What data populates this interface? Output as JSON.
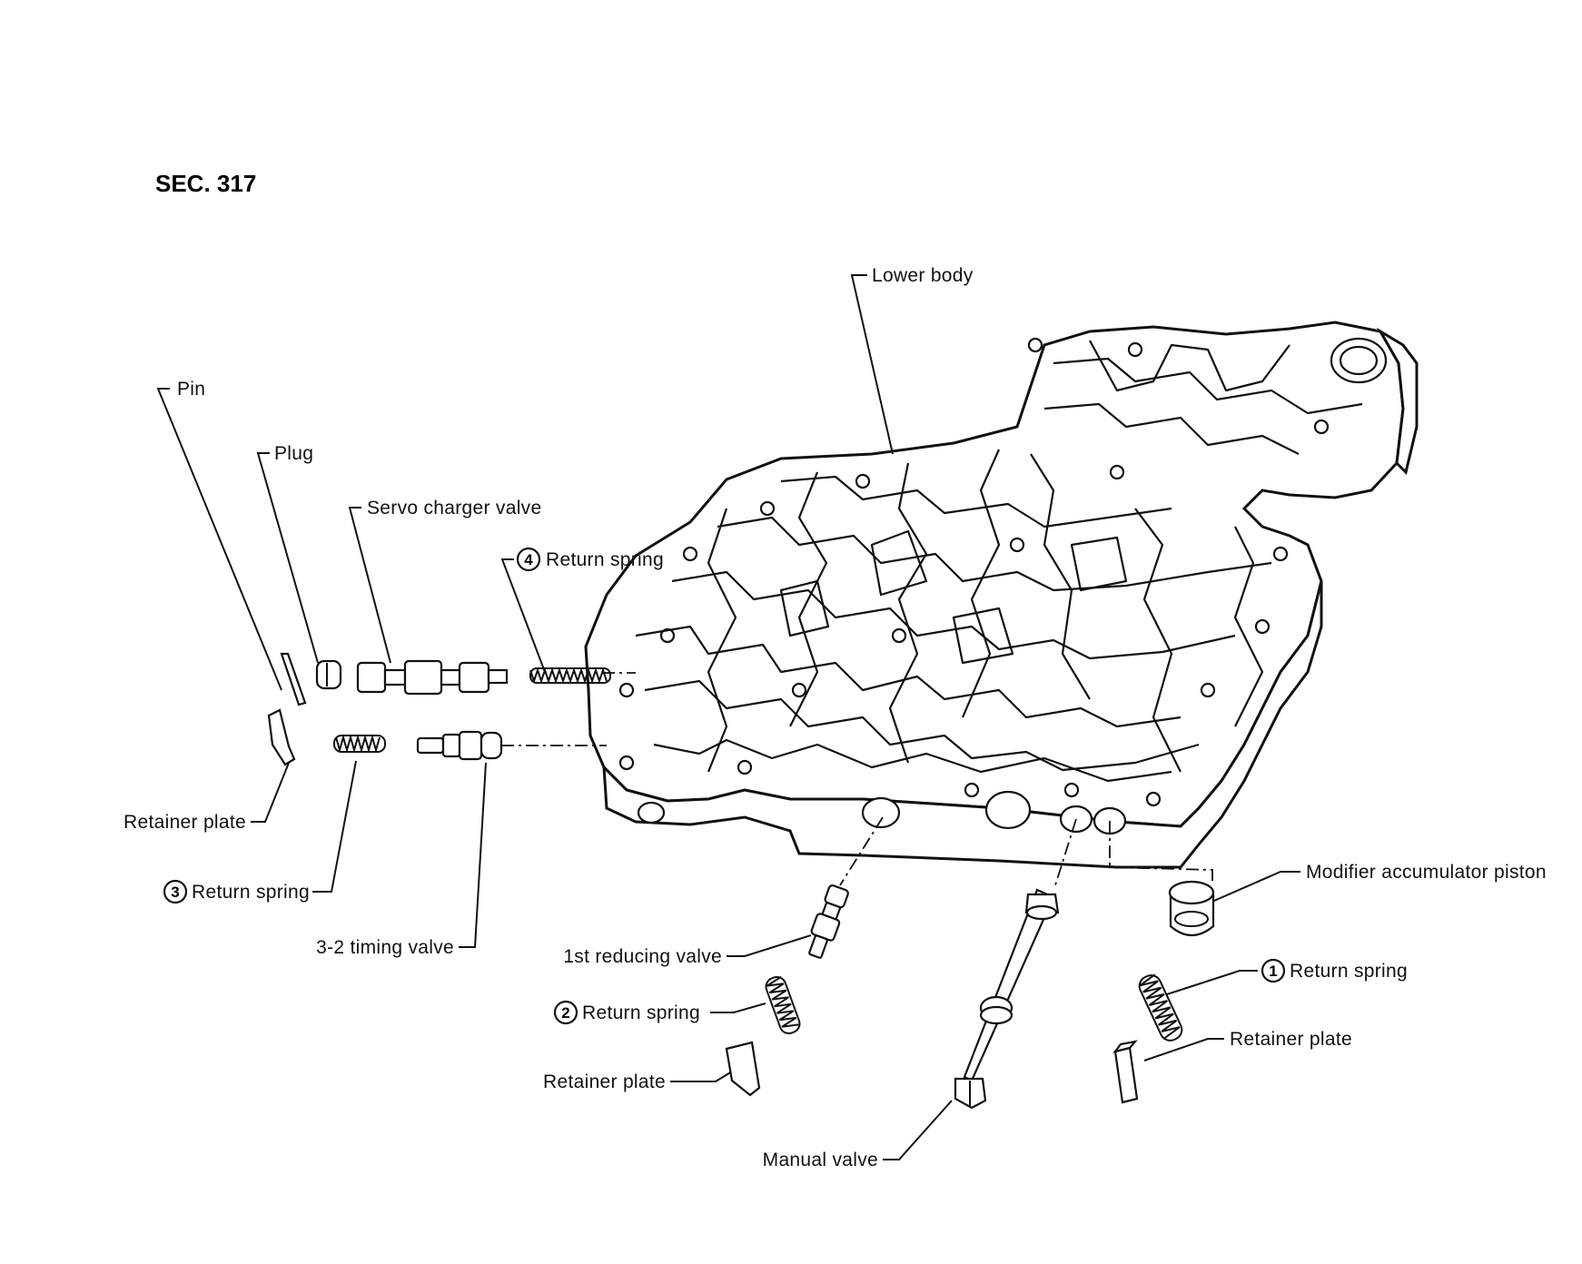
{
  "section": "SEC. 317",
  "labels": {
    "lower_body": "Lower body",
    "pin": "Pin",
    "plug": "Plug",
    "servo_charger_valve": "Servo charger valve",
    "return_spring_4": "Return spring",
    "return_spring_4_num": "4",
    "retainer_plate_left": "Retainer plate",
    "return_spring_3": "Return spring",
    "return_spring_3_num": "3",
    "timing_valve_3_2": "3-2 timing valve",
    "first_reducing_valve": "1st reducing valve",
    "return_spring_2": "Return spring",
    "return_spring_2_num": "2",
    "retainer_plate_middle": "Retainer plate",
    "manual_valve": "Manual valve",
    "modifier_accumulator_piston": "Modifier accumulator piston",
    "return_spring_1": "Return spring",
    "return_spring_1_num": "1",
    "retainer_plate_right": "Retainer plate"
  }
}
